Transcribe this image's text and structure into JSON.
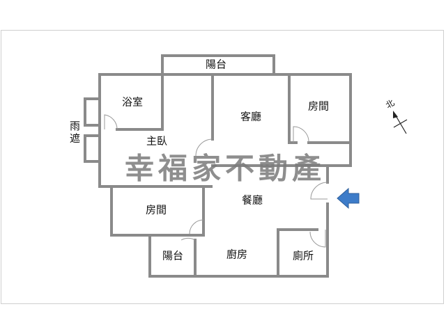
{
  "rooms": {
    "balcony_top": "陽台",
    "bathroom": "浴室",
    "living_room": "客廳",
    "bedroom_ne": "房間",
    "rain_cover": "雨遮",
    "master_bedroom": "主臥",
    "dining_room": "餐廳",
    "bedroom_sw": "房間",
    "balcony_bottom": "陽台",
    "kitchen": "廚房",
    "toilet": "廁所"
  },
  "watermark": "幸福家不動產",
  "compass": {
    "label": "北",
    "icon": "north-arrow-icon"
  },
  "entrance": {
    "icon": "entrance-arrow-icon",
    "color": "#3d7cc9"
  },
  "colors": {
    "wall": "#8a8a8a",
    "watermark": "#7a7a7a"
  }
}
